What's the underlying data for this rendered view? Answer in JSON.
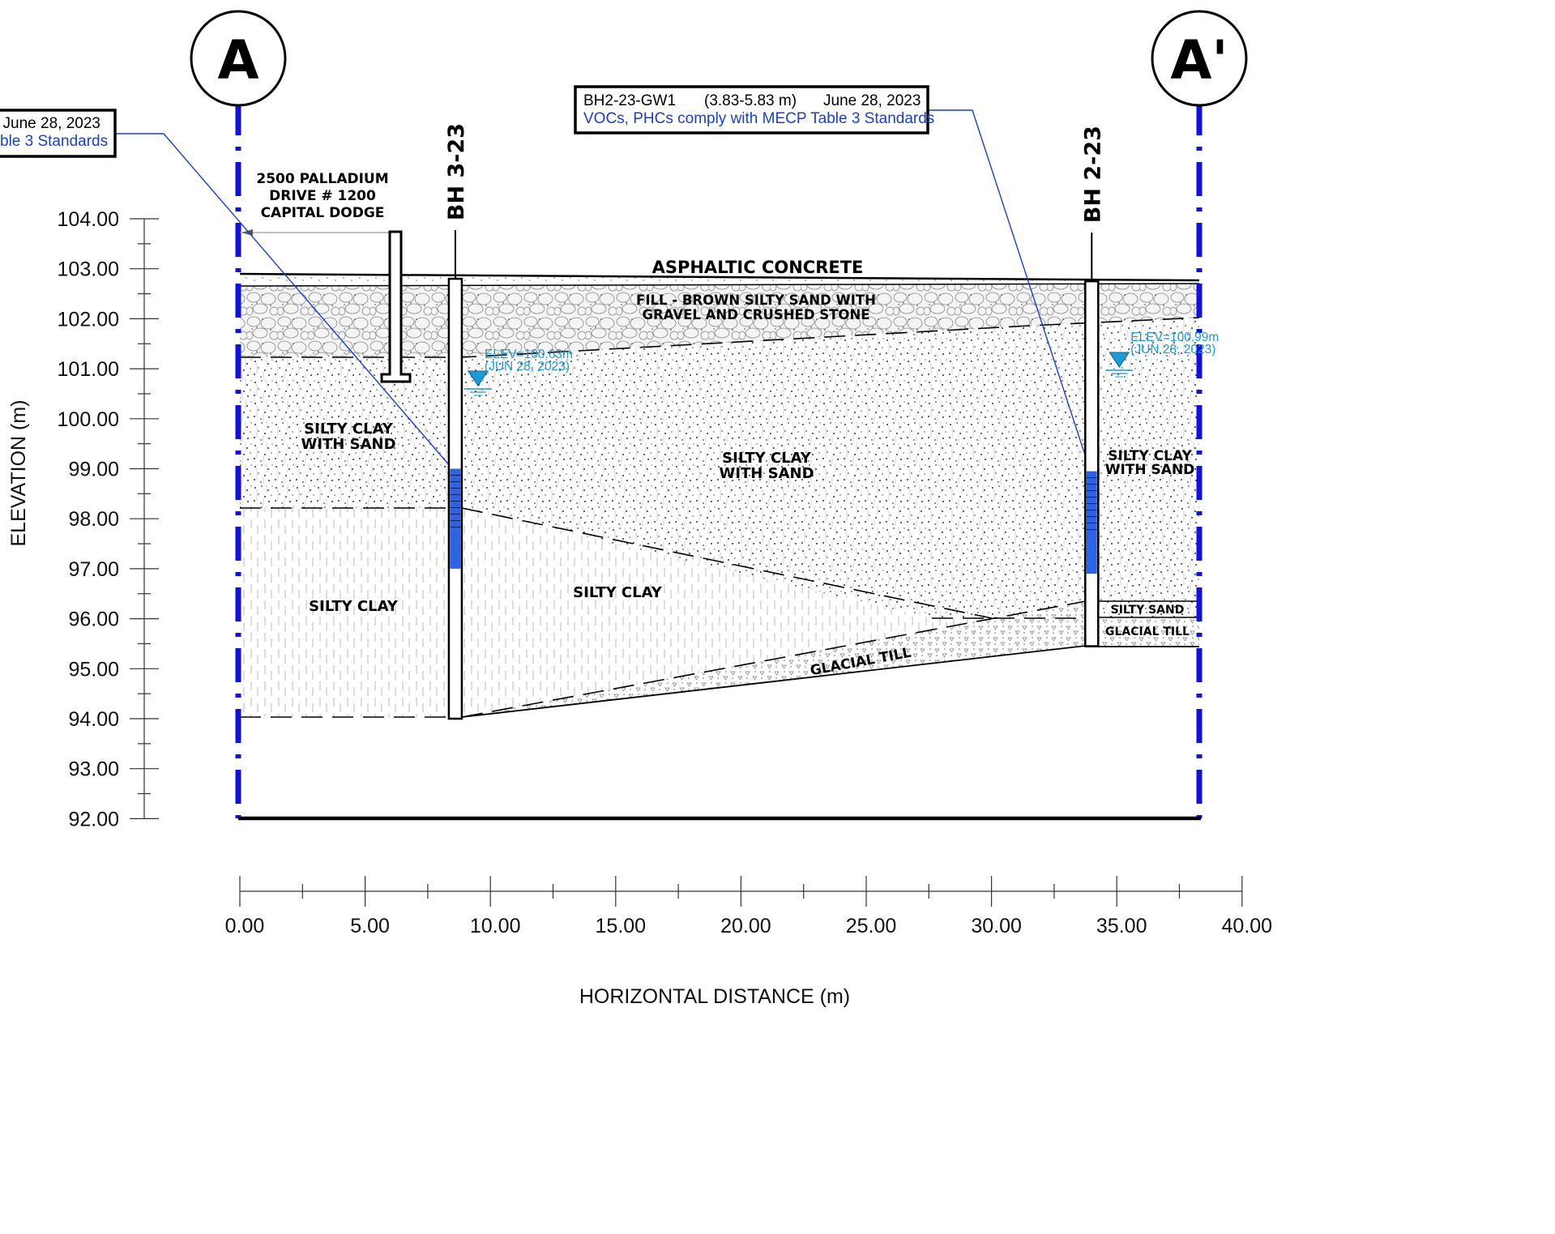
{
  "section": {
    "start_marker": "A",
    "end_marker": "A'",
    "y_axis": {
      "label": "ELEVATION (m)",
      "range": [
        92,
        104
      ],
      "ticks": [
        "104.00",
        "103.00",
        "102.00",
        "101.00",
        "100.00",
        "99.00",
        "98.00",
        "97.00",
        "96.00",
        "95.00",
        "94.00",
        "93.00",
        "92.00"
      ]
    },
    "x_axis": {
      "label": "HORIZONTAL DISTANCE (m)",
      "range": [
        0,
        40
      ],
      "ticks": [
        "0.00",
        "5.00",
        "10.00",
        "15.00",
        "20.00",
        "25.00",
        "30.00",
        "35.00",
        "40.00"
      ]
    },
    "building": {
      "line1": "2500 PALLADIUM",
      "line2": "DRIVE # 1200",
      "line3": "CAPITAL DODGE"
    },
    "boreholes": [
      {
        "id": "BH 3-23",
        "distance": 8.6,
        "top": 102.8,
        "bottom": 94.0,
        "screen_top": 99.0,
        "screen_bottom": 97.0,
        "water_level": "ELEV=100.63m",
        "water_date": "(JUN 28, 2023)"
      },
      {
        "id": "BH 2-23",
        "distance": 34.0,
        "top": 102.75,
        "bottom": 95.45,
        "screen_top": 98.95,
        "screen_bottom": 96.9,
        "water_level": "ELEV=100.99m",
        "water_date": "(JUN 28, 2023)"
      }
    ],
    "layers": {
      "asphalt": "ASPHALTIC CONCRETE",
      "fill_1": "FILL - BROWN SILTY SAND WITH",
      "fill_2": "GRAVEL AND CRUSHED STONE",
      "silty_clay_sand_a_1": "SILTY CLAY",
      "silty_clay_sand_a_2": "WITH SAND",
      "silty_clay_sand_b_1": "SILTY CLAY",
      "silty_clay_sand_b_2": "WITH SAND",
      "silty_clay_sand_c_1": "SILTY CLAY",
      "silty_clay_sand_c_2": "WITH SAND",
      "silty_clay_a": "SILTY CLAY",
      "silty_clay_b": "SILTY CLAY",
      "glacial_till_a": "GLACIAL TILL",
      "silty_sand": "SILTY SAND",
      "glacial_till_b": "GLACIAL TILL"
    },
    "callout_left": {
      "date": "June 28, 2023",
      "result": "ble 3 Standards"
    },
    "callout_right": {
      "sample": "BH2-23-GW1",
      "depth": "(3.83-5.83 m)",
      "date": "June 28, 2023",
      "result": "VOCs, PHCs comply with MECP Table 3 Standards"
    },
    "colors": {
      "boundary": "#1010e0",
      "screen": "#2d63e6",
      "water": "#1a9bd7",
      "callout_text": "#1a3fd0",
      "leader": "#1a3fd0"
    }
  }
}
